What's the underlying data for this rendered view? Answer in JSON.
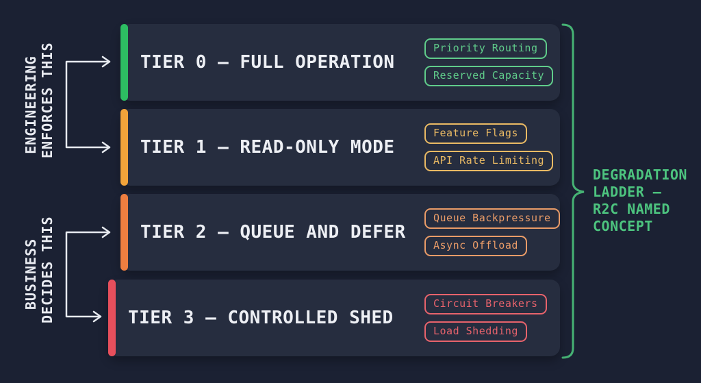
{
  "colors": {
    "background": "#1b2133",
    "card": "#262d3f",
    "title_text": "#edeff4",
    "arrow": "#e7eaf0",
    "brace": "#46b274",
    "brace_label_text": "#4dc47f"
  },
  "left_groups": [
    {
      "label": "ENGINEERING\nENFORCES THIS"
    },
    {
      "label": "BUSINESS\nDECIDES THIS"
    }
  ],
  "tiers": [
    {
      "title": "TIER 0 — FULL OPERATION",
      "accent": "#2dbd62",
      "badge_color": "#60cd8b",
      "badges": [
        "Priority Routing",
        "Reserved Capacity"
      ]
    },
    {
      "title": "TIER 1 — READ-ONLY MODE",
      "accent": "#f1a33a",
      "badge_color": "#eaba64",
      "badges": [
        "Feature Flags",
        "API Rate Limiting"
      ]
    },
    {
      "title": "TIER 2 — QUEUE AND DEFER",
      "accent": "#ee7e40",
      "badge_color": "#ea9c68",
      "badges": [
        "Queue Backpressure",
        "Async Offload"
      ]
    },
    {
      "title": "TIER 3 — CONTROLLED SHED",
      "accent": "#e74f5c",
      "badge_color": "#e8636c",
      "badges": [
        "Circuit Breakers",
        "Load Shedding"
      ]
    }
  ],
  "brace_label": {
    "text": "DEGRADATION\nLADDER —\nR2C NAMED\nCONCEPT"
  }
}
